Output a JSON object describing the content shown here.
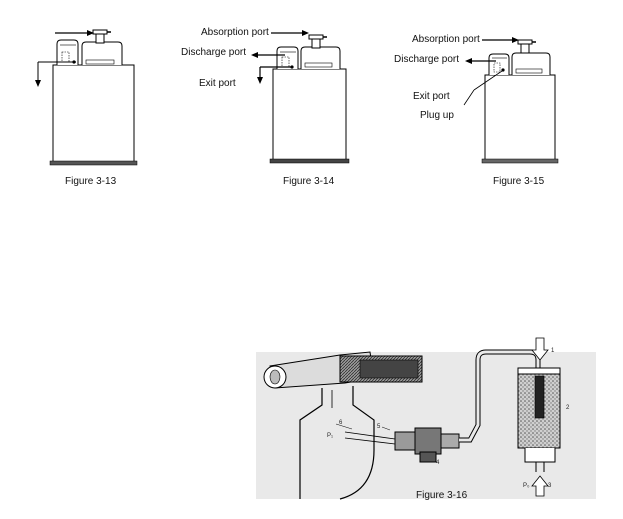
{
  "figures": [
    {
      "caption": "Figure 3-13",
      "labels": []
    },
    {
      "caption": "Figure 3-14",
      "labels": [
        "Absorption port",
        "Discharge port",
        "Exit port"
      ]
    },
    {
      "caption": "Figure 3-15",
      "labels": [
        "Absorption port",
        "Discharge port",
        "Exit port",
        "Plug up"
      ]
    },
    {
      "caption": "Figure 3-16",
      "part_numbers": [
        "1",
        "2",
        "3",
        "4",
        "5",
        "6"
      ],
      "pressure_labels": [
        "P₀",
        "P₁"
      ]
    }
  ]
}
